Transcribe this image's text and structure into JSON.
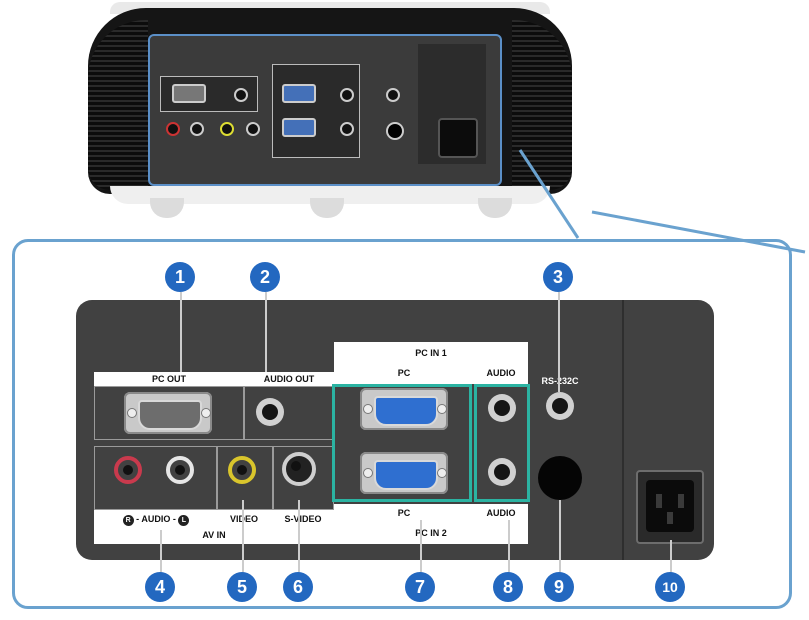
{
  "labels": {
    "pc_out": "PC OUT",
    "audio_out": "AUDIO OUT",
    "pc_in_1": "PC IN 1",
    "pc_top": "PC",
    "audio_top": "AUDIO",
    "rs232c": "RS-232C",
    "audio_l_r": "- AUDIO -",
    "video": "VIDEO",
    "s_video": "S-VIDEO",
    "av_in": "AV IN",
    "pc_bottom": "PC",
    "audio_bottom": "AUDIO",
    "pc_in_2": "PC IN 2",
    "r_mark": "R",
    "l_mark": "L"
  },
  "callouts": [
    "1",
    "2",
    "3",
    "4",
    "5",
    "6",
    "7",
    "8",
    "9",
    "10"
  ],
  "colors": {
    "callout_blue": "#2368c0",
    "frame_blue": "#6aa2cf",
    "highlight_green": "#2bb3a2",
    "vga_blue": "#2f6fd0",
    "panel_gray": "#414141"
  }
}
